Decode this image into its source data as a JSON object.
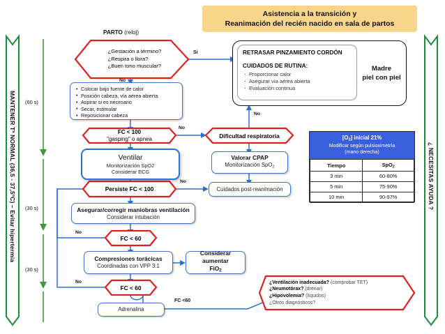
{
  "banner": {
    "line1": "Asistencia a la transición y",
    "line2": "Reanimación del recién nacido en sala de partos",
    "bg_color": "#f7d58a"
  },
  "side_arrows": {
    "left": {
      "label": "MANTENER Tª NORMAL (36,5 - 37,5ºC) – Evitar hipertermia",
      "color": "#1f8a3c"
    },
    "right": {
      "label": "¿ NECESITAS AYUDA ?",
      "color": "#1f8a3c"
    }
  },
  "timeline": {
    "color": "#3c9a3c",
    "marks": [
      {
        "label": "(60 s)"
      },
      {
        "label": "(30 s)"
      },
      {
        "label": "(30 s)"
      }
    ]
  },
  "flow": {
    "parto_label_bold": "PARTO",
    "parto_label_rest": " (reloj)",
    "decision_birth": {
      "q1": "¿Gestación a término?",
      "q2": "¿Respira o llora?",
      "q3": "¿Buen tono muscular?"
    },
    "routine_steps": [
      "Colocar bajo fuente de calor",
      "Posición cabeza, vía aérea abierta",
      "Aspirar si es necesario",
      "Secar, estimular",
      "Reposicionar cabeza"
    ],
    "decision_fc100": {
      "line1": "FC < 100",
      "line2": "\"gasping\" o apnea"
    },
    "ventilar": {
      "title": "Ventilar",
      "sub1": "Monitorización SpO2",
      "sub2": "Considerar ECG"
    },
    "decision_persiste": {
      "line1": "Persiste FC < 100"
    },
    "maniobras": {
      "title": "Asegurar/corregir maniobras ventilación",
      "sub": "Considerar intubación"
    },
    "decision_fc60_a": {
      "line1": "FC < 60"
    },
    "compresiones": {
      "title": "Compresiones torácicas",
      "sub": "Coordinadas con VPP 3:1"
    },
    "fio2": {
      "line1": "Considerar aumentar",
      "line2": "FiO2"
    },
    "decision_fc60_b": {
      "line1": "FC < 60"
    },
    "adrenalina": {
      "label": "Adrenalina"
    },
    "decision_dificultad": {
      "line1": "Dificultad respiratoria"
    },
    "cpap": {
      "title": "Valorar CPAP",
      "sub": "Monitorización SpO2"
    },
    "post": {
      "label": "Cuidados post-reanimación"
    },
    "diagnostics": [
      {
        "bold": "¿Ventilación inadecuada?",
        "rest": " (comprobar TET)"
      },
      {
        "bold": "¿Neumotórax?",
        "rest": " (drenar)"
      },
      {
        "bold": "¿Hipovolemia?",
        "rest": " (líquidos)"
      },
      {
        "bold": "¿Otros diagnósticos?",
        "rest": ""
      }
    ]
  },
  "edge_labels": {
    "si": "Si",
    "no_birth": "No",
    "no_fc100": "No",
    "no_persiste": "No",
    "no_dificultad": "No",
    "no_fc60_a": "No",
    "no_fc60_b": "No",
    "fc60_adren": "FC <60"
  },
  "right_panel": {
    "cord": {
      "title": "RETRASAR PINZAMIENTO CORDÓN",
      "care_title": "CUIDADOS DE RUTINA:",
      "items": [
        "Proporcionar calor",
        "Asegurar vía aérea abierta",
        "Evaluación continua"
      ]
    },
    "madre": {
      "line1": "Madre",
      "line2": "piel con piel"
    }
  },
  "spo2_table": {
    "header_line1": "[O2] inicial 21%",
    "header_line2": "Modificar según pulsioximetría",
    "header_line3": "(mano derecha)",
    "header_bg": "#3a5fdd",
    "columns": [
      "Tiempo",
      "SpO2"
    ],
    "rows": [
      {
        "tiempo": "3 min",
        "spo2": "60-80%"
      },
      {
        "tiempo": "5 min",
        "spo2": "75-90%"
      },
      {
        "tiempo": "10 min",
        "spo2": "90-97%"
      }
    ]
  },
  "colors": {
    "decision_red": "#e02020",
    "box_blue": "#4472c4",
    "thick_blue": "#2f6fd0",
    "wire_blue": "#2f6fd0",
    "green": "#1f8a3c"
  }
}
